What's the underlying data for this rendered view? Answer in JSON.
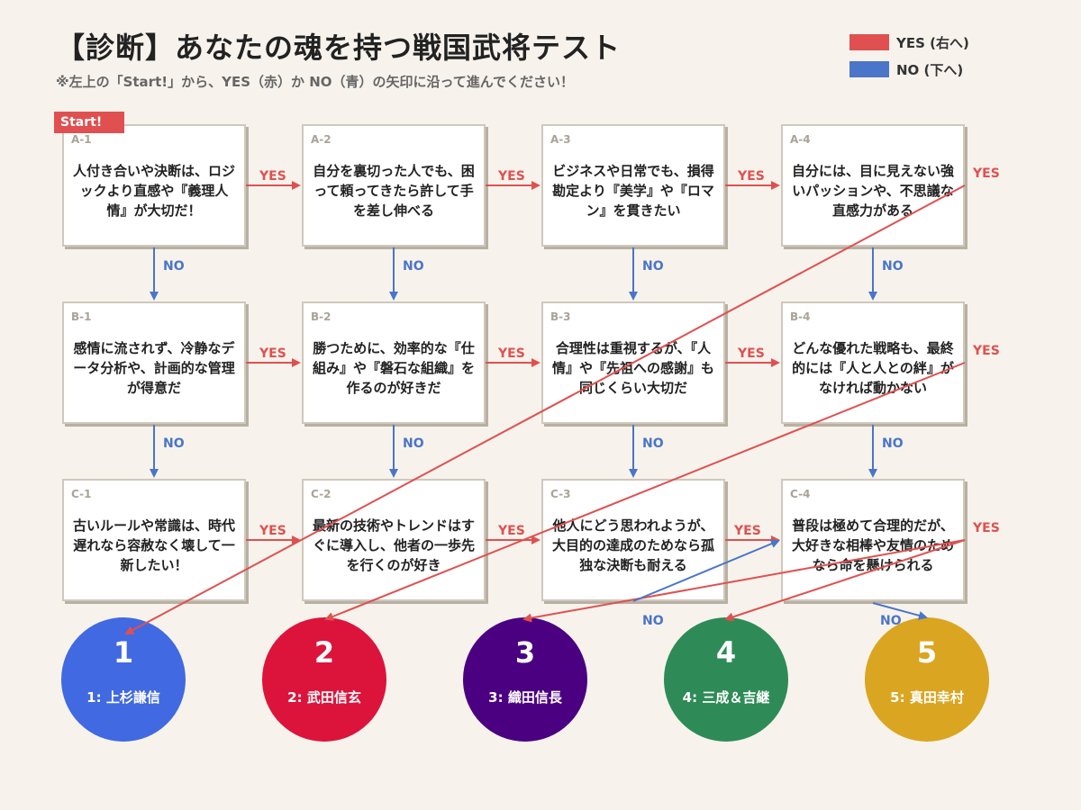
{
  "header": {
    "title": "【診断】あなたの魂を持つ戦国武将テスト",
    "subtitle": "※左上の「Start!」から、YES（赤）か NO（青）の矢印に沿って進んでください！"
  },
  "legend": {
    "yes_label": "YES (右へ)",
    "no_label": "NO (下へ)",
    "yes_color": "#e05050",
    "no_color": "#4a75c8"
  },
  "start_label": "Start!",
  "arrow_labels": {
    "yes": "YES",
    "no": "NO"
  },
  "cards": {
    "a1": {
      "id": "A-1",
      "text": "人付き合いや決断は、ロジックより直感や『義理人情』が大切だ！"
    },
    "a2": {
      "id": "A-2",
      "text": "自分を裏切った人でも、困って頼ってきたら許して手を差し伸べる"
    },
    "a3": {
      "id": "A-3",
      "text": "ビジネスや日常でも、損得勘定より『美学』や『ロマン』を貫きたい"
    },
    "a4": {
      "id": "A-4",
      "text": "自分には、目に見えない強いパッションや、不思議な直感力がある"
    },
    "b1": {
      "id": "B-1",
      "text": "感情に流されず、冷静なデータ分析や、計画的な管理が得意だ"
    },
    "b2": {
      "id": "B-2",
      "text": "勝つために、効率的な『仕組み』や『磐石な組織』を作るのが好きだ"
    },
    "b3": {
      "id": "B-3",
      "text": "合理性は重視するが、『人情』や『先祖への感謝』も同じくらい大切だ"
    },
    "b4": {
      "id": "B-4",
      "text": "どんな優れた戦略も、最終的には『人と人との絆』がなければ動かない"
    },
    "c1": {
      "id": "C-1",
      "text": "古いルールや常識は、時代遅れなら容赦なく壊して一新したい！"
    },
    "c2": {
      "id": "C-2",
      "text": "最新の技術やトレンドはすぐに導入し、他者の一歩先を行くのが好き"
    },
    "c3": {
      "id": "C-3",
      "text": "他人にどう思われようが、大目的の達成のためなら孤独な決断も耐える"
    },
    "c4": {
      "id": "C-4",
      "text": "普段は極めて合理的だが、大好きな相棒や友情のためなら命を懸けられる"
    }
  },
  "results": [
    {
      "num": "1",
      "name": "1: 上杉謙信",
      "color": "#4169e1"
    },
    {
      "num": "2",
      "name": "2: 武田信玄",
      "color": "#dc143c"
    },
    {
      "num": "3",
      "name": "3: 織田信長",
      "color": "#4b0082"
    },
    {
      "num": "4",
      "name": "4: 三成＆吉継",
      "color": "#2e8b57"
    },
    {
      "num": "5",
      "name": "5: 真田幸村",
      "color": "#daa520"
    }
  ]
}
